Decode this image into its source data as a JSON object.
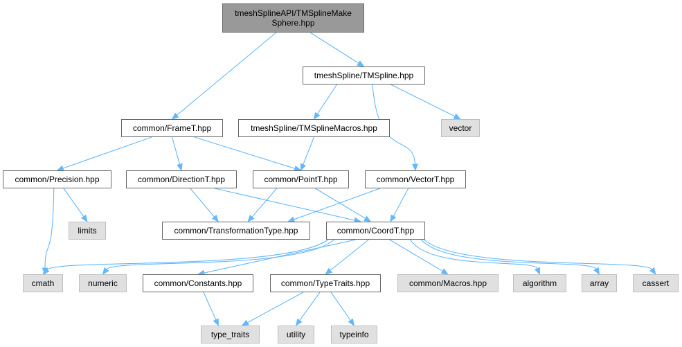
{
  "nodes": {
    "root": {
      "label": "tmeshSplineAPI/TMSplineMake Sphere.hpp",
      "kind": "root"
    },
    "tmspline": {
      "label": "tmeshSpline/TMSpline.hpp",
      "kind": "local"
    },
    "framet": {
      "label": "common/FrameT.hpp",
      "kind": "local"
    },
    "macros_tm": {
      "label": "tmeshSpline/TMSplineMacros.hpp",
      "kind": "local"
    },
    "vector": {
      "label": "vector",
      "kind": "system"
    },
    "precision": {
      "label": "common/Precision.hpp",
      "kind": "local"
    },
    "directiont": {
      "label": "common/DirectionT.hpp",
      "kind": "local"
    },
    "pointt": {
      "label": "common/PointT.hpp",
      "kind": "local"
    },
    "vectort": {
      "label": "common/VectorT.hpp",
      "kind": "local"
    },
    "limits": {
      "label": "limits",
      "kind": "system"
    },
    "transformation": {
      "label": "common/TransformationType.hpp",
      "kind": "local"
    },
    "coordt": {
      "label": "common/CoordT.hpp",
      "kind": "local"
    },
    "cmath": {
      "label": "cmath",
      "kind": "system"
    },
    "numeric": {
      "label": "numeric",
      "kind": "system"
    },
    "constants": {
      "label": "common/Constants.hpp",
      "kind": "local"
    },
    "typetraits": {
      "label": "common/TypeTraits.hpp",
      "kind": "local"
    },
    "macros_common": {
      "label": "common/Macros.hpp",
      "kind": "system"
    },
    "algorithm": {
      "label": "algorithm",
      "kind": "system"
    },
    "array": {
      "label": "array",
      "kind": "system"
    },
    "cassert": {
      "label": "cassert",
      "kind": "system"
    },
    "type_traits": {
      "label": "type_traits",
      "kind": "system"
    },
    "utility": {
      "label": "utility",
      "kind": "system"
    },
    "typeinfo": {
      "label": "typeinfo",
      "kind": "system"
    }
  },
  "edges": [
    {
      "from": "root",
      "to": "framet"
    },
    {
      "from": "root",
      "to": "tmspline"
    },
    {
      "from": "tmspline",
      "to": "macros_tm"
    },
    {
      "from": "tmspline",
      "to": "vector"
    },
    {
      "from": "tmspline",
      "to": "vectort"
    },
    {
      "from": "macros_tm",
      "to": "pointt"
    },
    {
      "from": "framet",
      "to": "precision"
    },
    {
      "from": "framet",
      "to": "directiont"
    },
    {
      "from": "framet",
      "to": "pointt"
    },
    {
      "from": "precision",
      "to": "limits"
    },
    {
      "from": "precision",
      "to": "cmath"
    },
    {
      "from": "directiont",
      "to": "transformation"
    },
    {
      "from": "directiont",
      "to": "coordt"
    },
    {
      "from": "pointt",
      "to": "transformation"
    },
    {
      "from": "pointt",
      "to": "coordt"
    },
    {
      "from": "vectort",
      "to": "transformation"
    },
    {
      "from": "vectort",
      "to": "coordt"
    },
    {
      "from": "coordt",
      "to": "cmath"
    },
    {
      "from": "coordt",
      "to": "numeric"
    },
    {
      "from": "coordt",
      "to": "constants"
    },
    {
      "from": "coordt",
      "to": "typetraits"
    },
    {
      "from": "coordt",
      "to": "macros_common"
    },
    {
      "from": "coordt",
      "to": "algorithm"
    },
    {
      "from": "coordt",
      "to": "array"
    },
    {
      "from": "coordt",
      "to": "cassert"
    },
    {
      "from": "constants",
      "to": "type_traits"
    },
    {
      "from": "typetraits",
      "to": "type_traits"
    },
    {
      "from": "typetraits",
      "to": "utility"
    },
    {
      "from": "typetraits",
      "to": "typeinfo"
    }
  ],
  "colors": {
    "edge": "#63b8ff",
    "root_fill": "#999999",
    "local_fill": "#ffffff",
    "system_fill": "#e0e0e0"
  }
}
